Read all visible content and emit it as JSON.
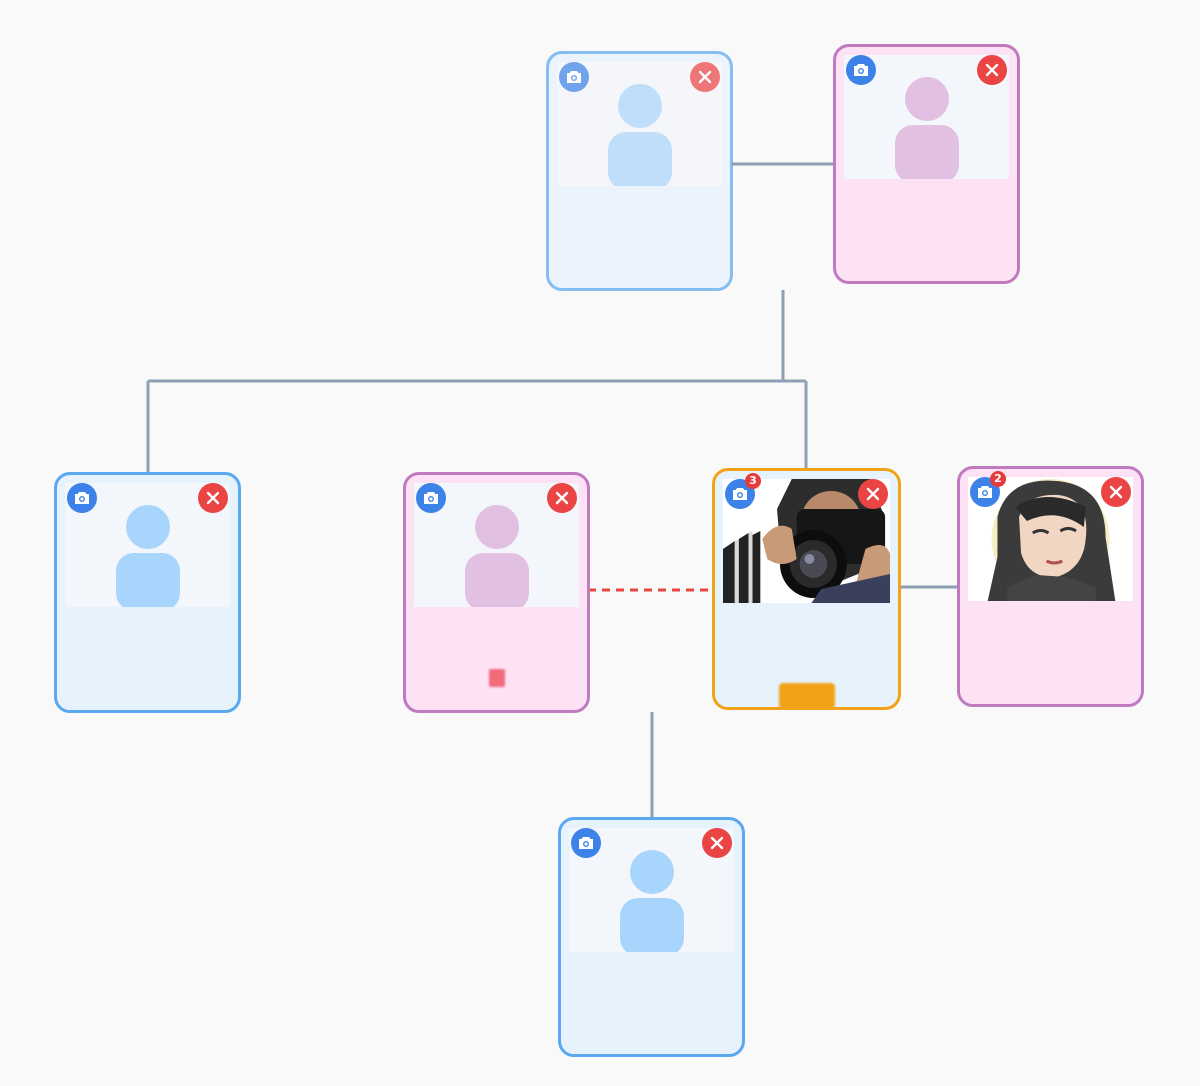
{
  "colors": {
    "male_border": "#5aa8f0",
    "female_border": "#c07ac0",
    "highlight_border": "#f2a218",
    "connector": "#8fa0b4",
    "dashed_connector": "#e8473e",
    "camera_button": "#3d82e8",
    "delete_button": "#ea4444"
  },
  "people": [
    {
      "id": "grandfather",
      "gender": "male",
      "photo": "placeholder",
      "name": "",
      "subtitle": "",
      "tag": null,
      "photo_count": null,
      "faded": true
    },
    {
      "id": "grandmother",
      "gender": "female",
      "photo": "placeholder",
      "name": "",
      "subtitle": "",
      "tag": null,
      "photo_count": null,
      "faded": false
    },
    {
      "id": "uncle",
      "gender": "male",
      "photo": "placeholder",
      "name": "",
      "subtitle": "",
      "tag": null,
      "photo_count": null,
      "faded": false
    },
    {
      "id": "ex-partner",
      "gender": "female",
      "photo": "placeholder",
      "name": "",
      "subtitle": "",
      "tag": "red",
      "photo_count": null,
      "faded": false
    },
    {
      "id": "self",
      "gender": "male",
      "photo": "camera-photographer",
      "name": "",
      "subtitle": "",
      "tag": "orange",
      "photo_count": "3",
      "faded": false,
      "highlight": true
    },
    {
      "id": "spouse",
      "gender": "female",
      "photo": "sketch-portrait",
      "name": "",
      "subtitle": "",
      "tag": null,
      "photo_count": "2",
      "faded": false
    },
    {
      "id": "child",
      "gender": "male",
      "photo": "placeholder",
      "name": "",
      "subtitle": "",
      "tag": null,
      "photo_count": null,
      "faded": false
    }
  ],
  "icons": {
    "camera": "camera-icon",
    "delete": "close-icon"
  }
}
